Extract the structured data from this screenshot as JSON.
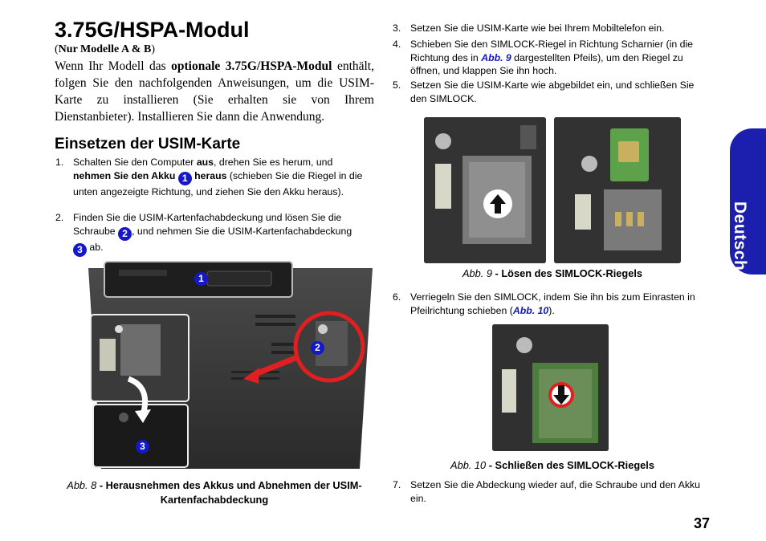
{
  "page": {
    "title": "3.75G/HSPA-Modul",
    "subtitle": "Nur Modelle A & B",
    "intro_prefix": "Wenn Ihr Modell das ",
    "intro_bold": "optionale 3.75G/HSPA-Modul",
    "intro_suffix": " enthält, folgen Sie den nachfolgenden Anweisungen, um die USIM-Karte zu installieren (Sie erhalten sie von Ihrem Dienstanbieter). Installieren Sie dann die Anwendung.",
    "section_heading": "Einsetzen der USIM-Karte",
    "page_number": "37",
    "side_tab": "Deutsch"
  },
  "steps": {
    "s1": {
      "num": "1.",
      "a": "Schalten Sie den Computer ",
      "b_bold": "aus",
      "c": ", drehen Sie es herum, und ",
      "d_bold": "nehmen Sie den Akku",
      "badge": "1",
      "e_bold": "heraus",
      "f": " (schieben Sie die Riegel in die unten angezeigte Richtung, und ziehen Sie den Akku heraus)."
    },
    "s2": {
      "num": "2.",
      "a": "Finden Sie die USIM-Kartenfachabdeckung und lösen Sie die Schraube ",
      "badge2": "2",
      "b": ", und nehmen Sie die USIM-Kartenfachabdeckung ",
      "badge3": "3",
      "c": " ab."
    },
    "s3": {
      "num": "3.",
      "text": "Setzen Sie die USIM-Karte wie bei Ihrem Mobiltelefon ein."
    },
    "s4": {
      "num": "4.",
      "a": "Schieben Sie den SIMLOCK-Riegel in Richtung Scharnier (in die Richtung des in ",
      "ref": "Abb. 9",
      "b": " dargestellten Pfeils), um den Riegel zu öffnen, und klappen Sie ihn hoch."
    },
    "s5": {
      "num": "5.",
      "text": "Setzen Sie die USIM-Karte wie abgebildet ein, und schließen Sie den SIMLOCK."
    },
    "s6": {
      "num": "6.",
      "a": "Verriegeln Sie den SIMLOCK, indem Sie ihn bis zum Einrasten in Pfeilrichtung schieben (",
      "ref": "Abb. 10",
      "b": ")."
    },
    "s7": {
      "num": "7.",
      "text": "Setzen Sie die Abdeckung wieder auf, die Schraube und den Akku ein."
    }
  },
  "figures": {
    "fig8": {
      "label": "Abb. 8",
      "caption": " - Herausnehmen des Akkus und Abnehmen der USIM-Kartenfachabdeckung",
      "badges": [
        "1",
        "2",
        "3"
      ]
    },
    "fig9": {
      "label": "Abb. 9",
      "caption": " - Lösen des SIMLOCK-Riegels"
    },
    "fig10": {
      "label": "Abb. 10",
      "caption": " - Schließen des SIMLOCK-Riegels"
    }
  },
  "colors": {
    "accent_blue": "#1418c8",
    "tab_blue": "#1c1fae",
    "arrow_red": "#e02020"
  }
}
